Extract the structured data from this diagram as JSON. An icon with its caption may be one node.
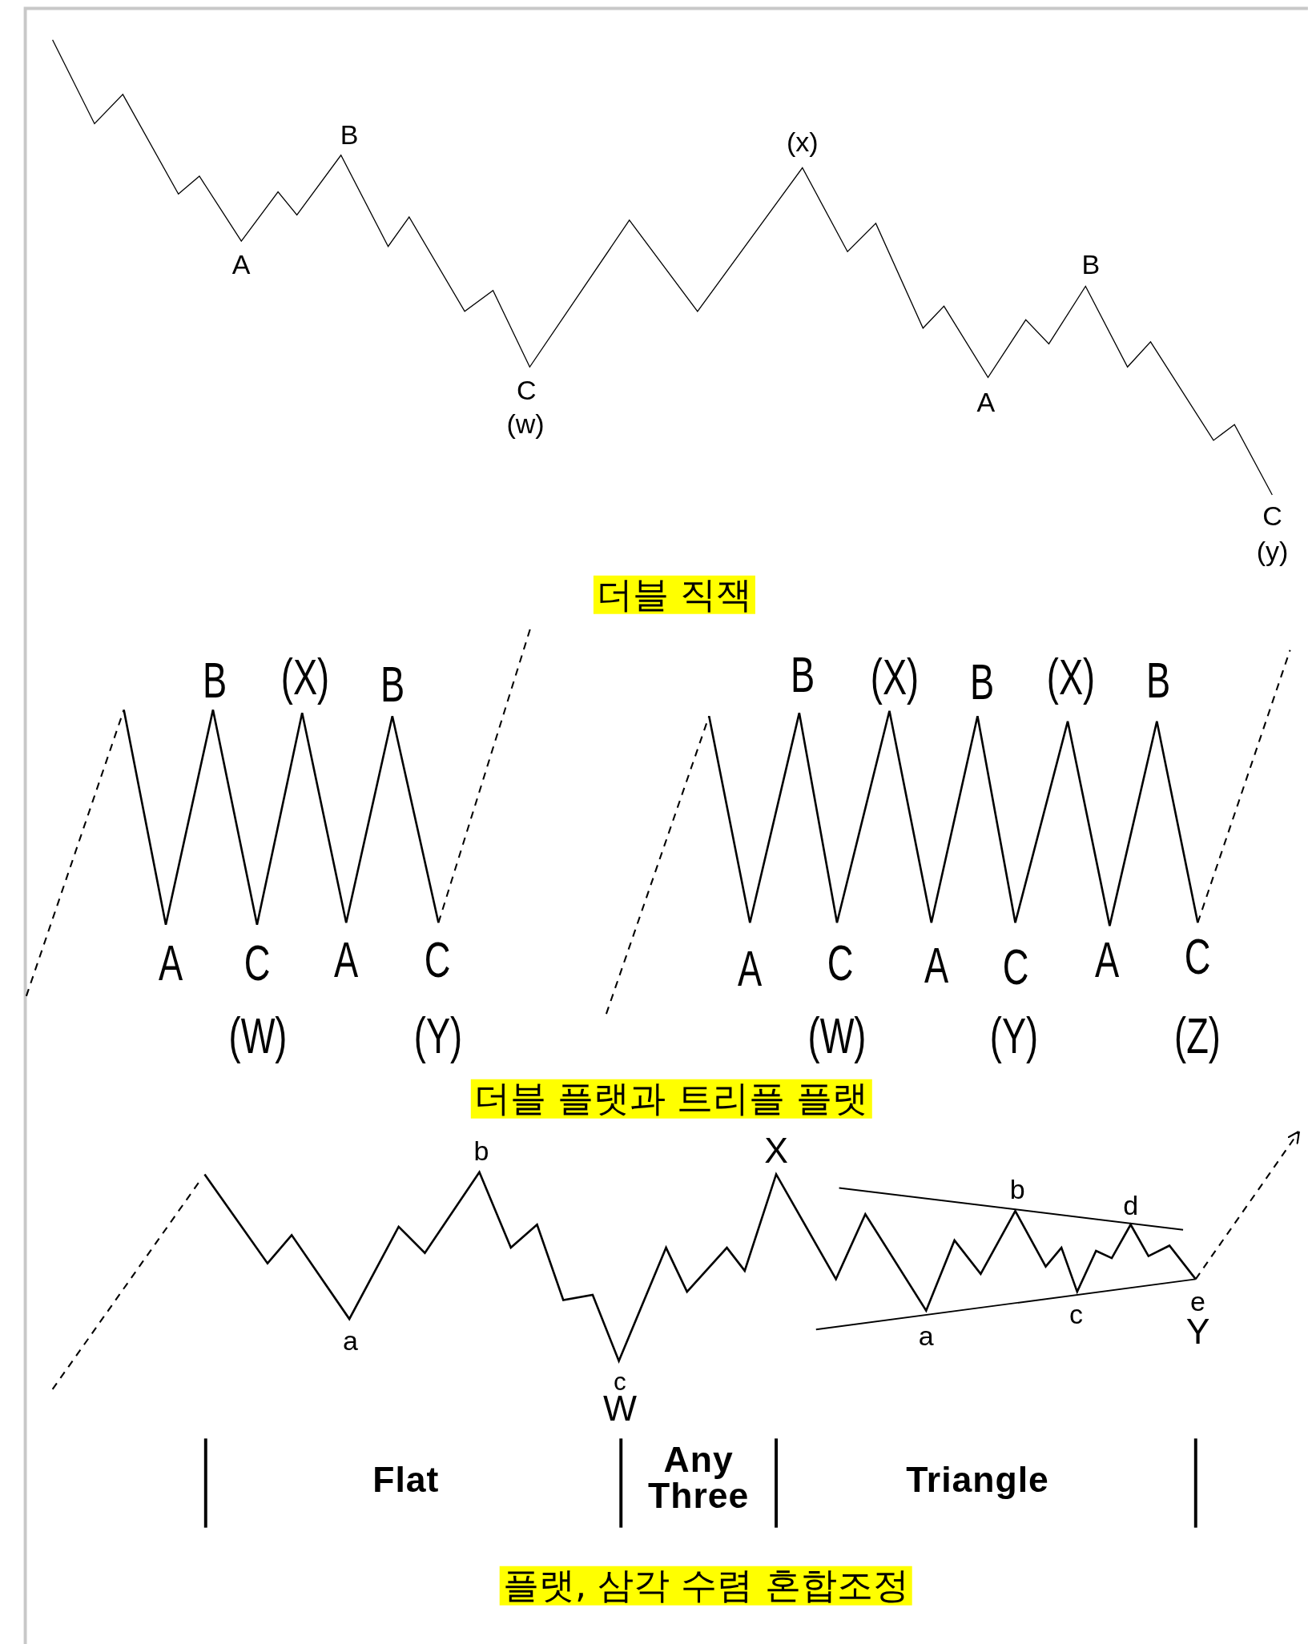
{
  "diagram": {
    "labels": [
      "B",
      "(x)",
      "A",
      "B",
      "C",
      "(w)",
      "A",
      "C",
      "(y)",
      "더블 직잭",
      "B",
      "(X)",
      "B",
      "A",
      "C",
      "A",
      "C",
      "(W)",
      "(Y)",
      "B",
      "(X)",
      "B",
      "(X)",
      "B",
      "A",
      "C",
      "A",
      "C",
      "A",
      "C",
      "(W)",
      "(Y)",
      "(Z)",
      "더블 플랫과 트리플 플랫",
      "b",
      "X",
      "b",
      "d",
      "a",
      "a",
      "c",
      "e",
      "Y",
      "c",
      "W",
      "Flat",
      "Any Three",
      "Triangle",
      "플랫, 삼각 수렴 혼합조정"
    ]
  }
}
